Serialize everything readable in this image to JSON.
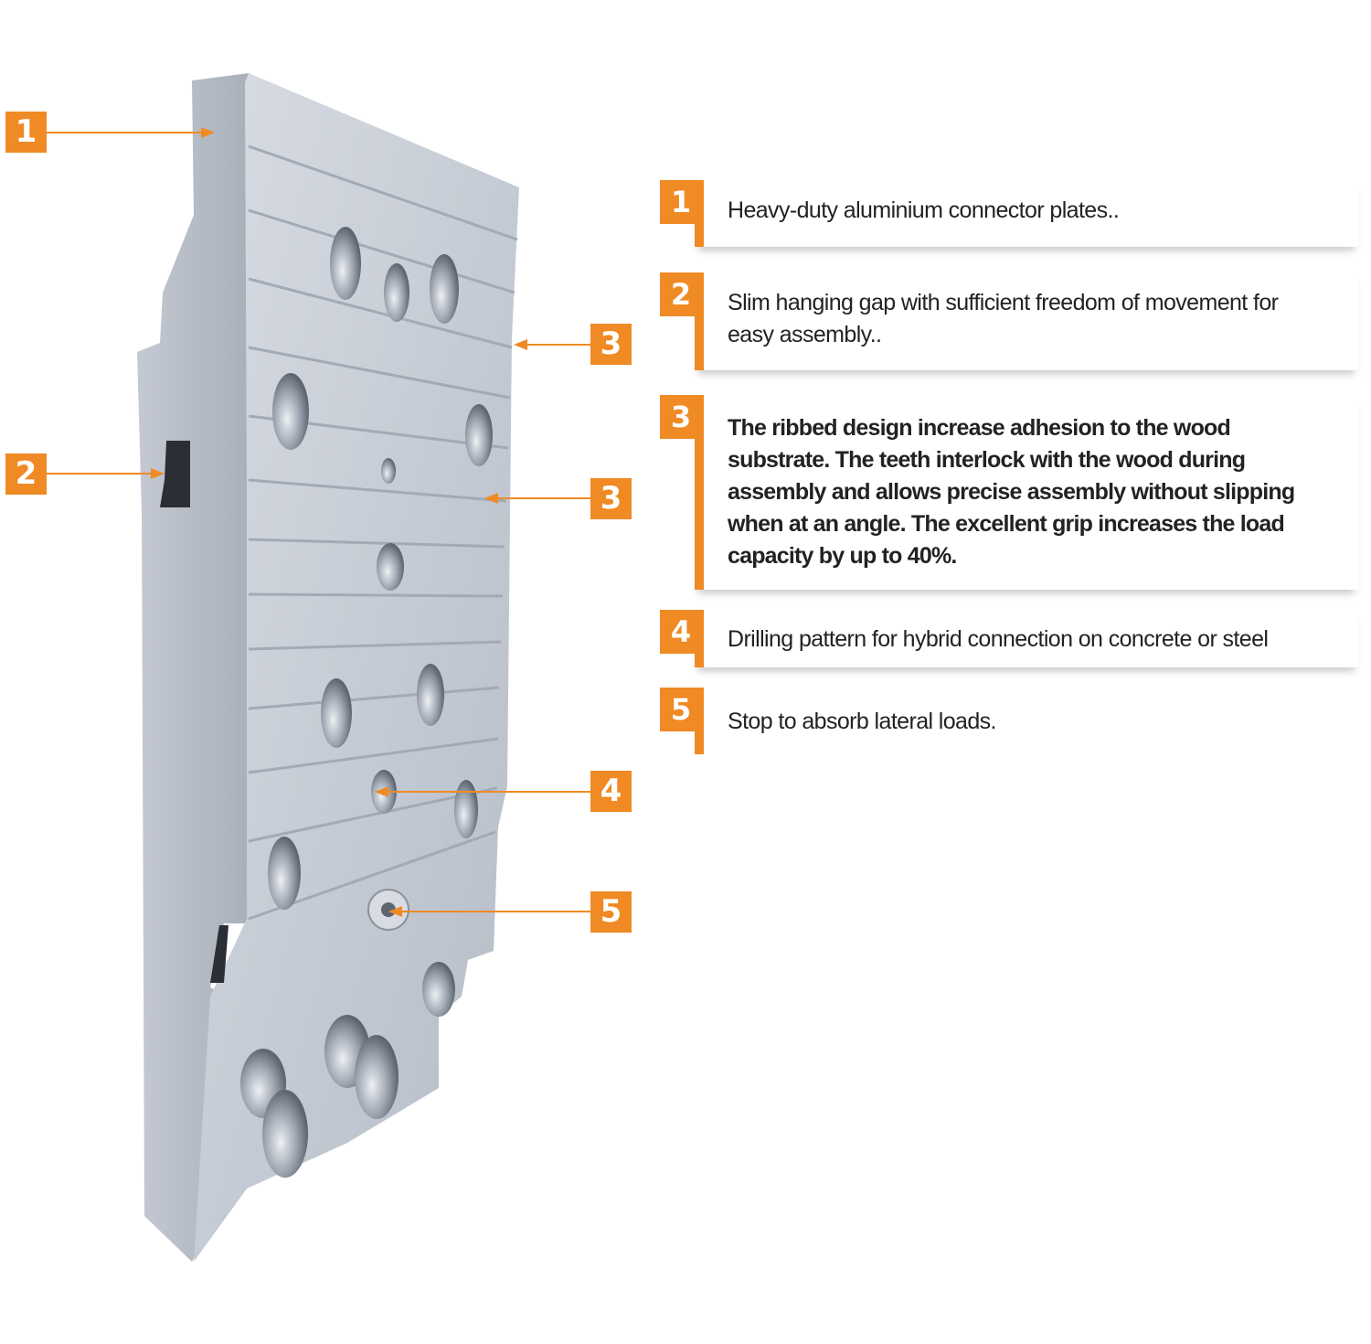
{
  "accent_color": "#f08a24",
  "callouts": {
    "left": [
      {
        "number": "1"
      },
      {
        "number": "2"
      }
    ],
    "right": [
      {
        "number": "3"
      },
      {
        "number": "3"
      },
      {
        "number": "4"
      },
      {
        "number": "5"
      }
    ]
  },
  "features": [
    {
      "number": "1",
      "text": "Heavy-duty aluminium connector plates.."
    },
    {
      "number": "2",
      "text": "Slim hanging gap with sufficient freedom of movement for easy assembly.."
    },
    {
      "number": "3",
      "text": "The ribbed design increase adhesion to the wood substrate. The teeth interlock with the wood during assembly and allows precise assembly without slipping when at an angle. The excellent grip increases the load capacity by up to 40%."
    },
    {
      "number": "4",
      "text": "Drilling pattern for hybrid connection on concrete or steel"
    },
    {
      "number": "5",
      "text": "Stop to absorb lateral loads."
    }
  ]
}
